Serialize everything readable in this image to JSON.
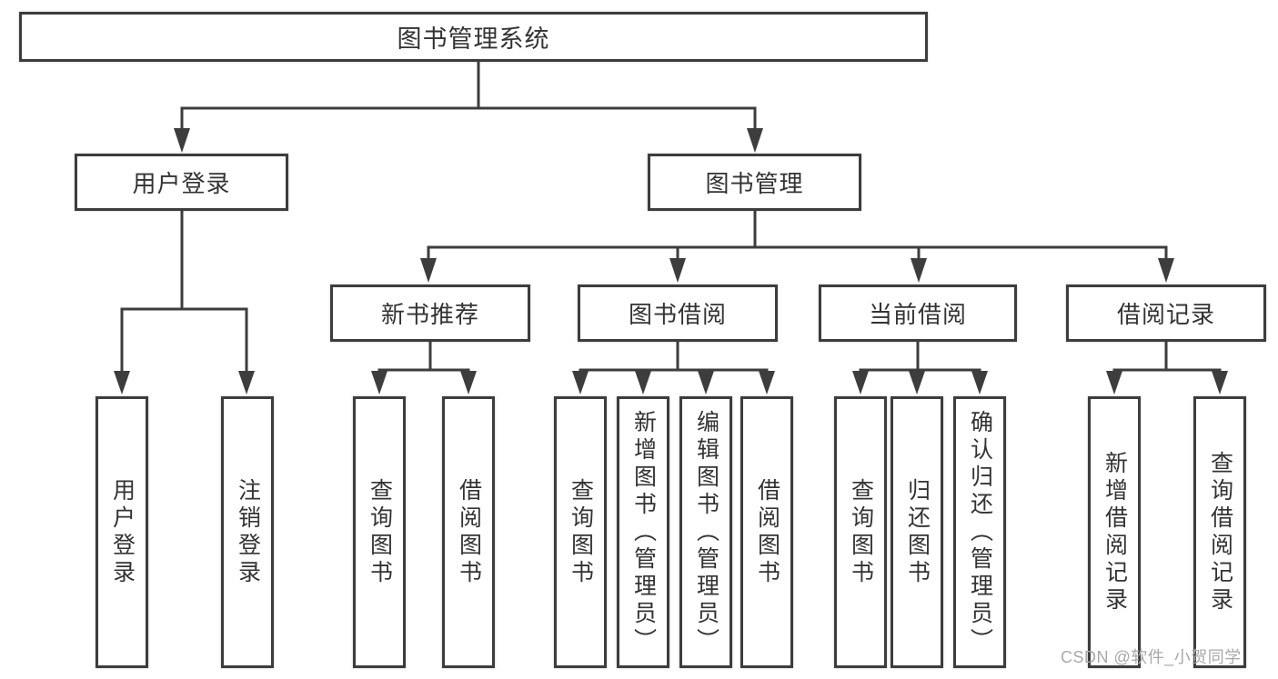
{
  "diagram": {
    "root": {
      "label": "图书管理系统"
    },
    "branches": {
      "user_login": {
        "label": "用户登录",
        "children": [
          {
            "label": "用户登录"
          },
          {
            "label": "注销登录"
          }
        ]
      },
      "book_mgmt": {
        "label": "图书管理",
        "sections": [
          {
            "label": "新书推荐",
            "children": [
              {
                "label": "查询图书"
              },
              {
                "label": "借阅图书"
              }
            ]
          },
          {
            "label": "图书借阅",
            "children": [
              {
                "label": "查询图书"
              },
              {
                "label": "新增图书（管理员）"
              },
              {
                "label": "编辑图书（管理员）"
              },
              {
                "label": "借阅图书"
              }
            ]
          },
          {
            "label": "当前借阅",
            "children": [
              {
                "label": "查询图书"
              },
              {
                "label": "归还图书"
              },
              {
                "label": "确认归还（管理员）"
              }
            ]
          },
          {
            "label": "借阅记录",
            "children": [
              {
                "label": "新增借阅记录"
              },
              {
                "label": "查询借阅记录"
              }
            ]
          }
        ]
      }
    }
  },
  "watermark": {
    "text": "CSDN @软件_小贺同学"
  },
  "colors": {
    "line": "#3d3d3d",
    "text": "#333333",
    "watermark": "#a8a8a8",
    "background": "#ffffff"
  }
}
